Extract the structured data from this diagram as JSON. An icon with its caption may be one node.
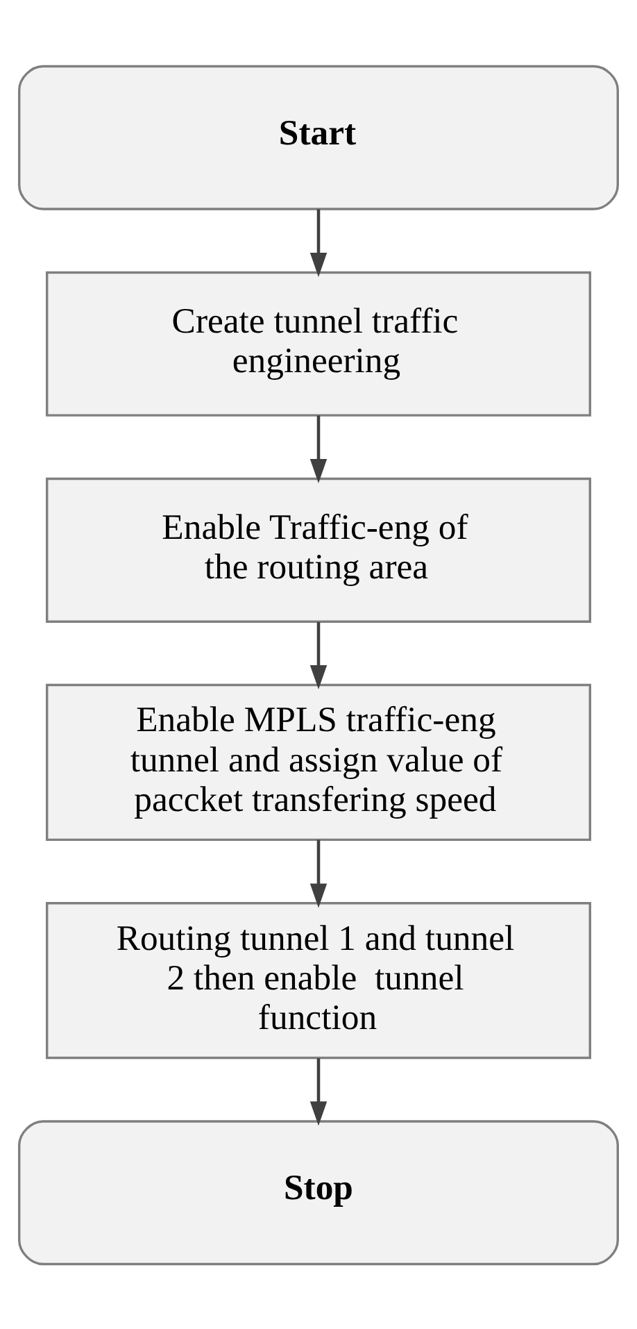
{
  "diagram": {
    "nodes": [
      {
        "text": [
          "Start"
        ]
      },
      {
        "text": [
          "Create tunnel traffic engineering"
        ]
      },
      {
        "text": [
          "Enable Traffic-eng of the routing area"
        ]
      },
      {
        "text": [
          "Enable MPLS traffic-eng tunnel and assign value of paccket transfering speed"
        ]
      },
      {
        "text": [
          "Routing tunnel 1 and tunnel 2 then enable  tunnel function"
        ]
      },
      {
        "text": [
          "Stop"
        ]
      }
    ],
    "edges": [
      {
        "from": 0,
        "to": 1,
        "arrow": "to"
      },
      {
        "from": 1,
        "to": 2,
        "arrow": "to"
      },
      {
        "from": 2,
        "to": 3,
        "arrow": "to"
      },
      {
        "from": 3,
        "to": 4,
        "arrow": "to"
      },
      {
        "from": 4,
        "to": 5,
        "arrow": "to"
      }
    ]
  }
}
